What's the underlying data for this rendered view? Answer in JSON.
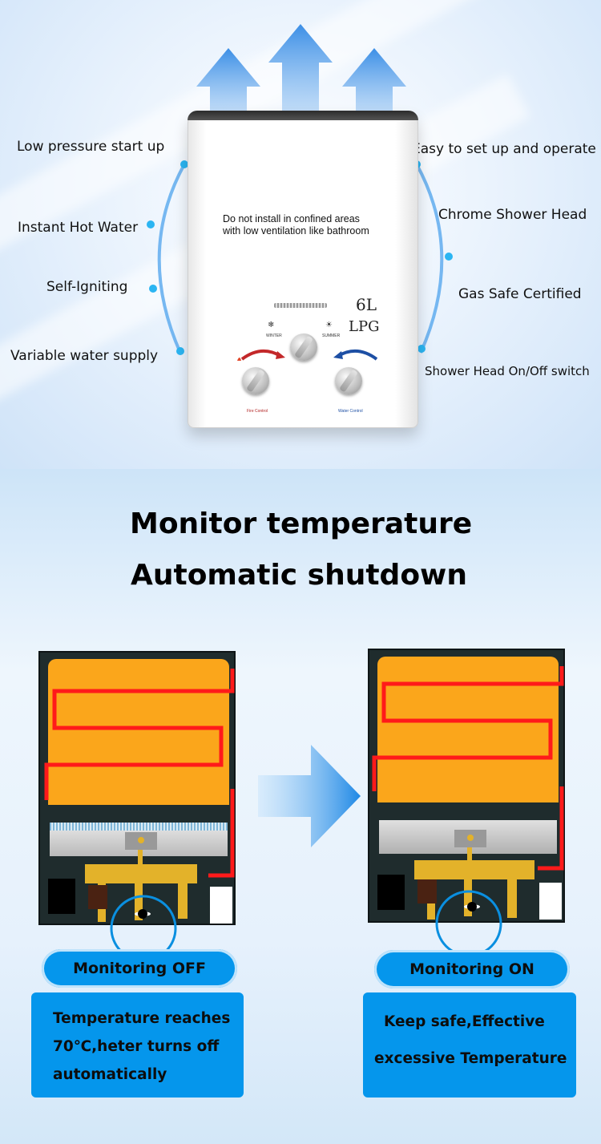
{
  "features_left": [
    "Low pressure start up",
    "Instant Hot Water",
    "Self-Igniting",
    "Variable water supply"
  ],
  "features_right": [
    "Easy to set up and operate",
    "Chrome Shower Head",
    "Gas Safe Certified",
    "Shower Head On/Off switch"
  ],
  "heater": {
    "warning_line1": "Do not install in confined areas",
    "warning_line2": "with low ventilation like bathroom",
    "capacity": "6L",
    "fuel": "LPG",
    "winter_label": "WINTER",
    "summer_label": "SUMMER",
    "fire_control": "Fire Control",
    "water_control": "Water Control"
  },
  "headline": {
    "line1": "Monitor temperature",
    "line2": "Automatic shutdown"
  },
  "left_panel": {
    "status": "Monitoring OFF",
    "info_line1": "Temperature reaches",
    "info_line2": "70℃,heter turns off",
    "info_line3": "automatically"
  },
  "right_panel": {
    "status": "Monitoring ON",
    "info_line1": "Keep safe,Effective",
    "info_line2": "excessive Temperature"
  },
  "colors": {
    "accent_blue": "#0596ec",
    "tank_orange": "#fba61b",
    "coil_red": "#ff1a1a",
    "brass": "#e3b22a"
  }
}
